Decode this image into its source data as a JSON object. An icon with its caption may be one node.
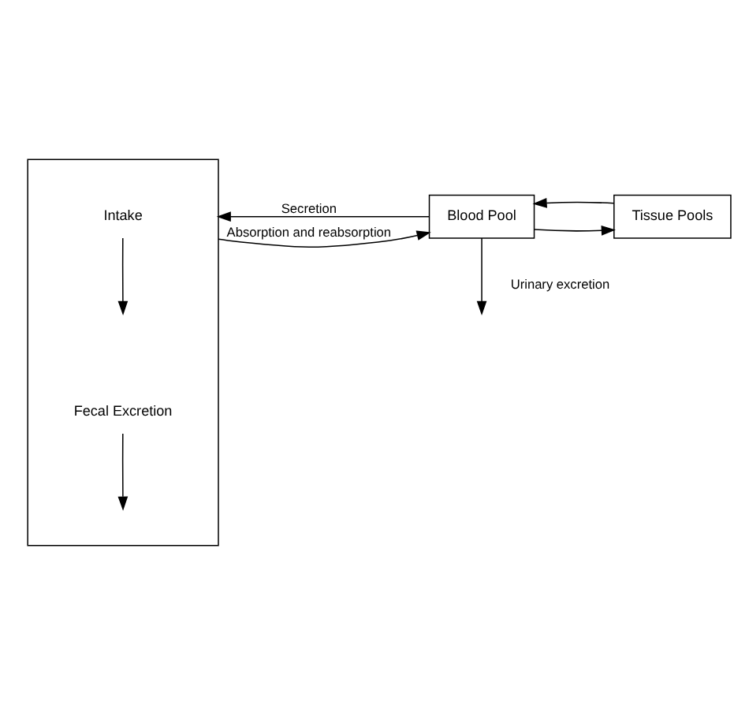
{
  "diagram": {
    "nodes": [
      {
        "text": [],
        "shape": "box"
      },
      {
        "text": [
          "Intake"
        ],
        "in": 0
      },
      {
        "text": [
          "Fecal Excretion"
        ],
        "in": 0
      },
      {
        "text": [
          "Blood Pool"
        ]
      },
      {
        "text": [
          "Tissue Pools"
        ]
      }
    ],
    "edges": [
      {
        "from": 1,
        "to": null,
        "arrow": "to"
      },
      {
        "from": 3,
        "to": 0,
        "arrow": "to",
        "label": "Secretion"
      },
      {
        "from": 3,
        "to": 4,
        "arrow": "to"
      },
      {
        "from": 0,
        "to": 3,
        "arrow": "to",
        "label": "Absorption and reabsorption"
      },
      {
        "from": 4,
        "to": 3,
        "arrow": "to"
      },
      {
        "from": 3,
        "to": null,
        "arrow": "to",
        "label": "Urinary excretion"
      },
      {
        "from": 2,
        "to": null,
        "arrow": "to"
      }
    ]
  }
}
